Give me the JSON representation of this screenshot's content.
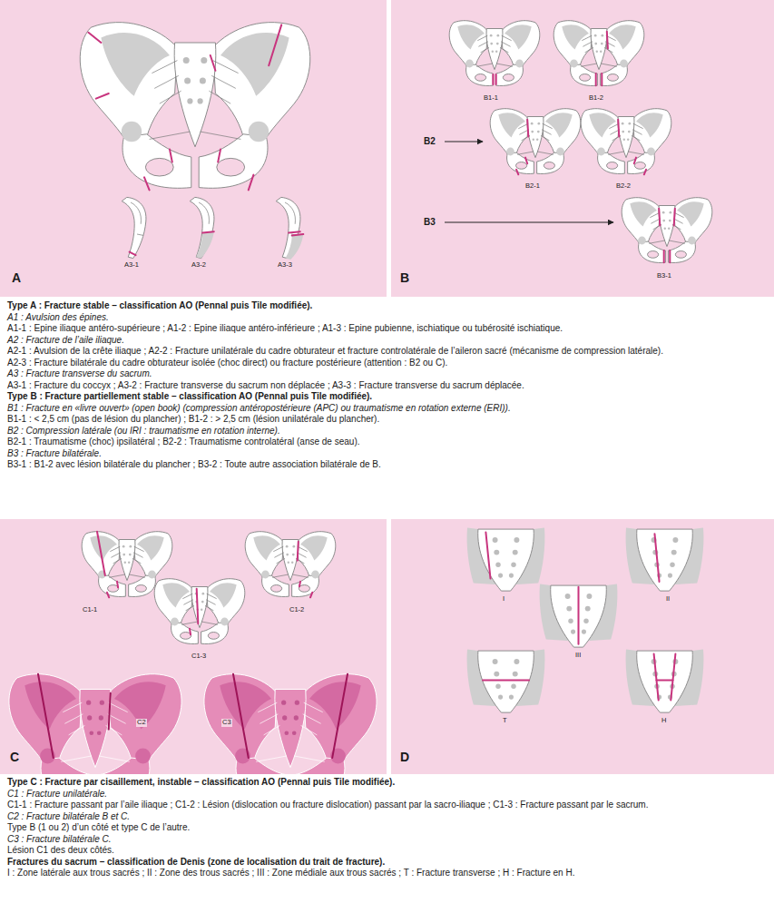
{
  "diagram": {
    "nodes": [
      {
        "text": [
          "A3-1",
          "A3-2",
          "A3-3",
          "A"
        ]
      },
      {
        "text": [
          "B1-1",
          "B1-2",
          "B2",
          "B2-1",
          "B2-2",
          "B3",
          "B3-1",
          "B"
        ]
      },
      {
        "text": [
          "C1-1",
          "C1-2",
          "C1-3",
          "C2",
          "C3",
          "C"
        ]
      },
      {
        "text": [
          "I",
          "II",
          "III",
          "T",
          "H",
          "D"
        ]
      }
    ],
    "labels": [
      "Type A : Fracture stable – classification AO (Pennal puis Tile modifiée).",
      "A1 : Avulsion des épines.",
      "A1-1 : Epine iliaque antéro-supérieure ; A1-2 : Epine iliaque antéro-inférieure ; A1-3 : Epine pubienne, ischiatique ou tubérosité ischiatique.",
      "A2 : Fracture de l’aile iliaque.",
      "A2-1 : Avulsion de la crête iliaque ; A2-2 : Fracture unilatérale du cadre obturateur et fracture controlatérale de l’aileron sacré (mécanisme de compression latérale).",
      "A2-3 : Fracture bilatérale du cadre obturateur isolée (choc direct) ou fracture postérieure (attention : B2 ou C).",
      "A3 : Fracture transverse du sacrum.",
      "A3-1 : Fracture du coccyx ; A3-2 : Fracture transverse du sacrum non déplacée ; A3-3 : Fracture transverse du sacrum déplacée.",
      "Type B : Fracture partiellement stable – classification AO (Pennal puis Tile modifiée).",
      "B1 : Fracture en «livre ouvert» (open book) (compression antéropostérieure (APC) ou traumatisme en rotation externe (ERI)).",
      "B1-1 : < 2,5 cm (pas de lésion du plancher) ; B1-2 : > 2,5 cm (lésion unilatérale du plancher).",
      "B2 : Compression latérale (ou IRI : traumatisme en rotation interne).",
      "B2-1 : Traumatisme (choc) ipsilatéral ; B2-2 : Traumatisme controlatéral (anse de seau).",
      "B3 : Fracture bilatérale.",
      "B3-1 : B1-2 avec lésion bilatérale du plancher ; B3-2 : Toute autre association bilatérale de B.",
      "Type C : Fracture par cisaillement, instable – classification AO (Pennal puis Tile modifiée).",
      "C1 : Fracture unilatérale.",
      "C1-1 : Fracture passant par l’aile iliaque ; C1-2 : Lésion (dislocation ou fracture dislocation) passant par la sacro-iliaque ; C1-3 : Fracture passant par le sacrum.",
      "C2 : Fracture bilatérale B et C.",
      "Type B (1 ou 2) d’un côté et type C de l’autre.",
      "C3 : Fracture bilatérale C.",
      "Lésion C1 des deux côtés.",
      "Fractures du sacrum – classification de Denis (zone de localisation du trait de fracture).",
      "I : Zone latérale aux trous sacrés ; II : Zone des trous sacrés ; III : Zone médiale aux trous sacrés ; T : Fracture transverse ; H : Fracture en H."
    ]
  }
}
